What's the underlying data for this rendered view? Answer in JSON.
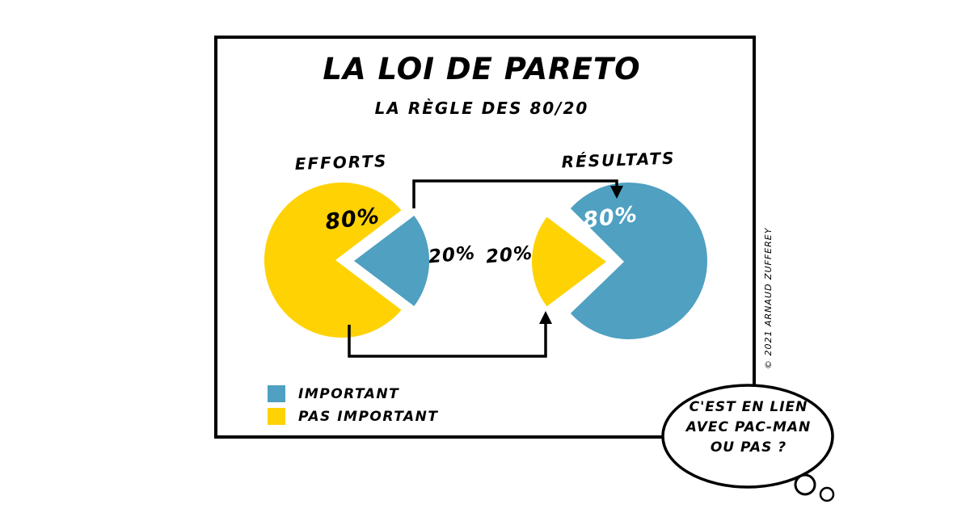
{
  "colors": {
    "yellow": "#FFD204",
    "blue": "#4FA0C1",
    "ink": "#000000",
    "background": "#FFFFFF"
  },
  "header": {
    "title": "LA LOI DE PARETO",
    "subtitle": "LA RÈGLE DES 80/20"
  },
  "efforts": {
    "label": "EFFORTS",
    "big_pct": "80%",
    "small_pct": "20%"
  },
  "resultats": {
    "label": "RÉSULTATS",
    "big_pct": "80%",
    "small_pct": "20%"
  },
  "legend": {
    "items": [
      {
        "label": "IMPORTANT",
        "color": "#4FA0C1"
      },
      {
        "label": "PAS IMPORTANT",
        "color": "#FFD204"
      }
    ]
  },
  "thought_bubble": {
    "lines": [
      "C'EST EN LIEN",
      "AVEC PAC-MAN",
      "OU PAS ?"
    ]
  },
  "copyright": "© 2021 ARNAUD ZUFFEREY",
  "chart_data": [
    {
      "type": "pie",
      "title": "EFFORTS",
      "labels": [
        "PAS IMPORTANT",
        "IMPORTANT"
      ],
      "values": [
        80,
        20
      ],
      "colors": [
        "#FFD204",
        "#4FA0C1"
      ],
      "annotations": [
        "80%",
        "20%"
      ],
      "legend_position": "bottom-left",
      "style": "exploded pac-man pie, 20% slice pulled out to the right"
    },
    {
      "type": "pie",
      "title": "RÉSULTATS",
      "labels": [
        "IMPORTANT",
        "PAS IMPORTANT"
      ],
      "values": [
        80,
        20
      ],
      "colors": [
        "#4FA0C1",
        "#FFD204"
      ],
      "annotations": [
        "80%",
        "20%"
      ],
      "legend_position": "bottom-left",
      "style": "exploded pac-man pie mirrored, 20% slice pulled out to the left"
    }
  ]
}
